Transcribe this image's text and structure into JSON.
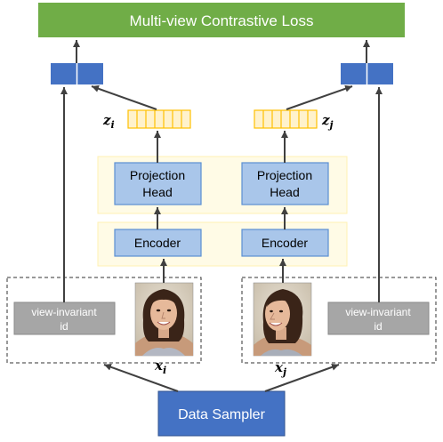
{
  "loss": {
    "label": "Multi-view Contrastive Loss",
    "color": "#70ad47"
  },
  "branches": [
    {
      "z_symbol": "z",
      "z_subscript": "i",
      "projection_head": "Projection Head",
      "projection_head_line1": "Projection",
      "projection_head_line2": "Head",
      "encoder": "Encoder",
      "view_invariant_id_line1": "view-invariant",
      "view_invariant_id_line2": "id",
      "x_symbol": "x",
      "x_subscript": "i",
      "face_pose": "frontal"
    },
    {
      "z_symbol": "z",
      "z_subscript": "j",
      "projection_head": "Projection Head",
      "projection_head_line1": "Projection",
      "projection_head_line2": "Head",
      "encoder": "Encoder",
      "view_invariant_id_line1": "view-invariant",
      "view_invariant_id_line2": "id",
      "x_symbol": "x",
      "x_subscript": "j",
      "face_pose": "three-quarter"
    }
  ],
  "data_sampler": {
    "label": "Data Sampler",
    "color": "#4472c4"
  },
  "colors": {
    "block_fill": "#a9c6ea",
    "block_stroke": "#5b8fd3",
    "embedding_cell_fill": "#fff2cc",
    "embedding_cell_stroke": "#ffc000",
    "group_band": "#fffbe6",
    "id_box": "#a6a6a6",
    "output_block": "#4472c4",
    "arrow": "#404040"
  }
}
